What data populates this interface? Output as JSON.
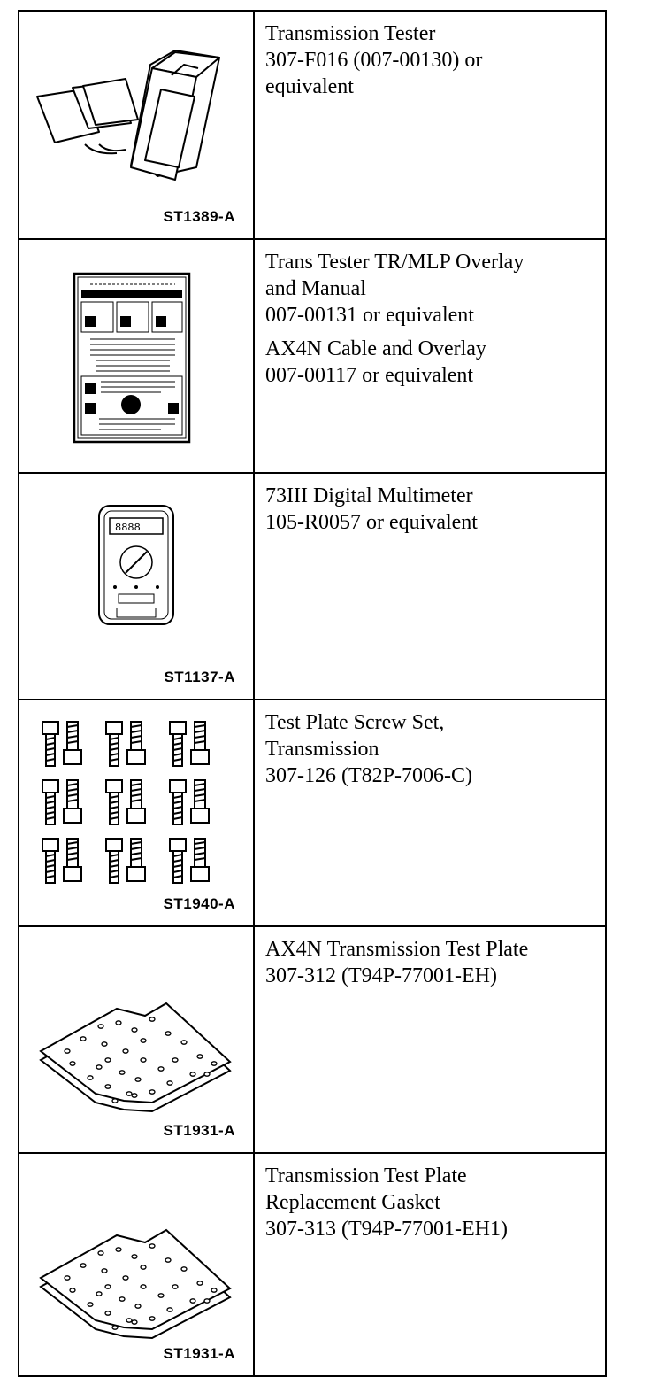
{
  "rows": [
    {
      "code": "ST1389-A",
      "icon": "transmission-tester-icon",
      "paragraphs": [
        [
          "Transmission Tester",
          "307-F016 (007-00130) or",
          "equivalent"
        ]
      ]
    },
    {
      "code": "",
      "icon": "overlay-manual-icon",
      "paragraphs": [
        [
          "Trans Tester TR/MLP Overlay",
          "and Manual",
          "007-00131 or equivalent"
        ],
        [
          "AX4N Cable and Overlay",
          "007-00117 or equivalent"
        ]
      ]
    },
    {
      "code": "ST1137-A",
      "icon": "multimeter-icon",
      "paragraphs": [
        [
          "73III Digital Multimeter",
          "105-R0057 or equivalent"
        ]
      ]
    },
    {
      "code": "ST1940-A",
      "icon": "screw-set-icon",
      "paragraphs": [
        [
          "Test Plate Screw Set,",
          "Transmission",
          "307-126 (T82P-7006-C)"
        ]
      ]
    },
    {
      "code": "ST1931-A",
      "icon": "test-plate-icon",
      "paragraphs": [
        [
          "AX4N Transmission Test Plate",
          "307-312 (T94P-77001-EH)"
        ]
      ]
    },
    {
      "code": "ST1931-A",
      "icon": "gasket-plate-icon",
      "paragraphs": [
        [
          "Transmission Test Plate",
          "Replacement Gasket",
          "307-313 (T94P-77001-EH1)"
        ]
      ]
    }
  ]
}
